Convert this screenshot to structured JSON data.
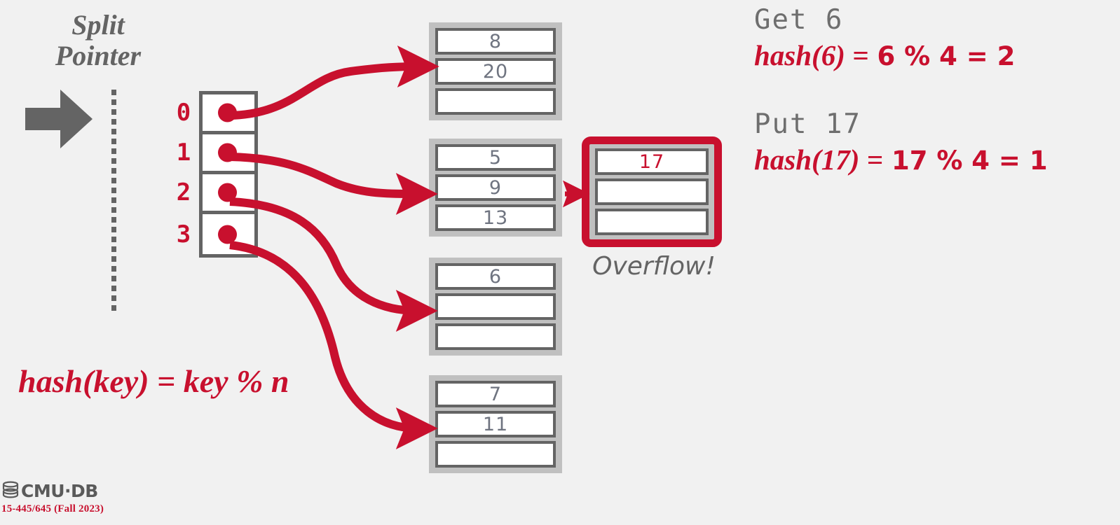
{
  "slide": {
    "background_color": "#f1f1f1",
    "accent_color": "#c8102e",
    "gray_color": "#646464"
  },
  "split_pointer": {
    "label": "Split\nPointer",
    "arrow_icon": "right-block-arrow-icon",
    "divider_icon": "vertical-dotted-line-icon"
  },
  "directory": {
    "slots": [
      {
        "index": "0",
        "pointer_icon": "red-dot-icon"
      },
      {
        "index": "1",
        "pointer_icon": "red-dot-icon"
      },
      {
        "index": "2",
        "pointer_icon": "red-dot-icon"
      },
      {
        "index": "3",
        "pointer_icon": "red-dot-icon"
      }
    ]
  },
  "buckets": [
    {
      "name": "bucket-0",
      "slots": [
        "8",
        "20",
        ""
      ]
    },
    {
      "name": "bucket-1",
      "slots": [
        "5",
        "9",
        "13"
      ]
    },
    {
      "name": "bucket-2",
      "slots": [
        "6",
        "",
        ""
      ]
    },
    {
      "name": "bucket-3",
      "slots": [
        "7",
        "11",
        ""
      ]
    }
  ],
  "overflow": {
    "slots": [
      "17",
      "",
      ""
    ],
    "label": "Overflow!"
  },
  "operations": [
    {
      "name": "get",
      "command": "Get 6",
      "hash_fn": "hash(6) =",
      "hash_expr": "6 % 4 = 2"
    },
    {
      "name": "put",
      "command": "Put 17",
      "hash_fn": "hash(17) =",
      "hash_expr": "17 % 4 = 1"
    }
  ],
  "formula": "hash(key) = key % n",
  "footer": {
    "logo_icon": "database-cylinder-icon",
    "logo_text": "CMU·DB",
    "course": "15-445/645 (Fall 2023)"
  }
}
